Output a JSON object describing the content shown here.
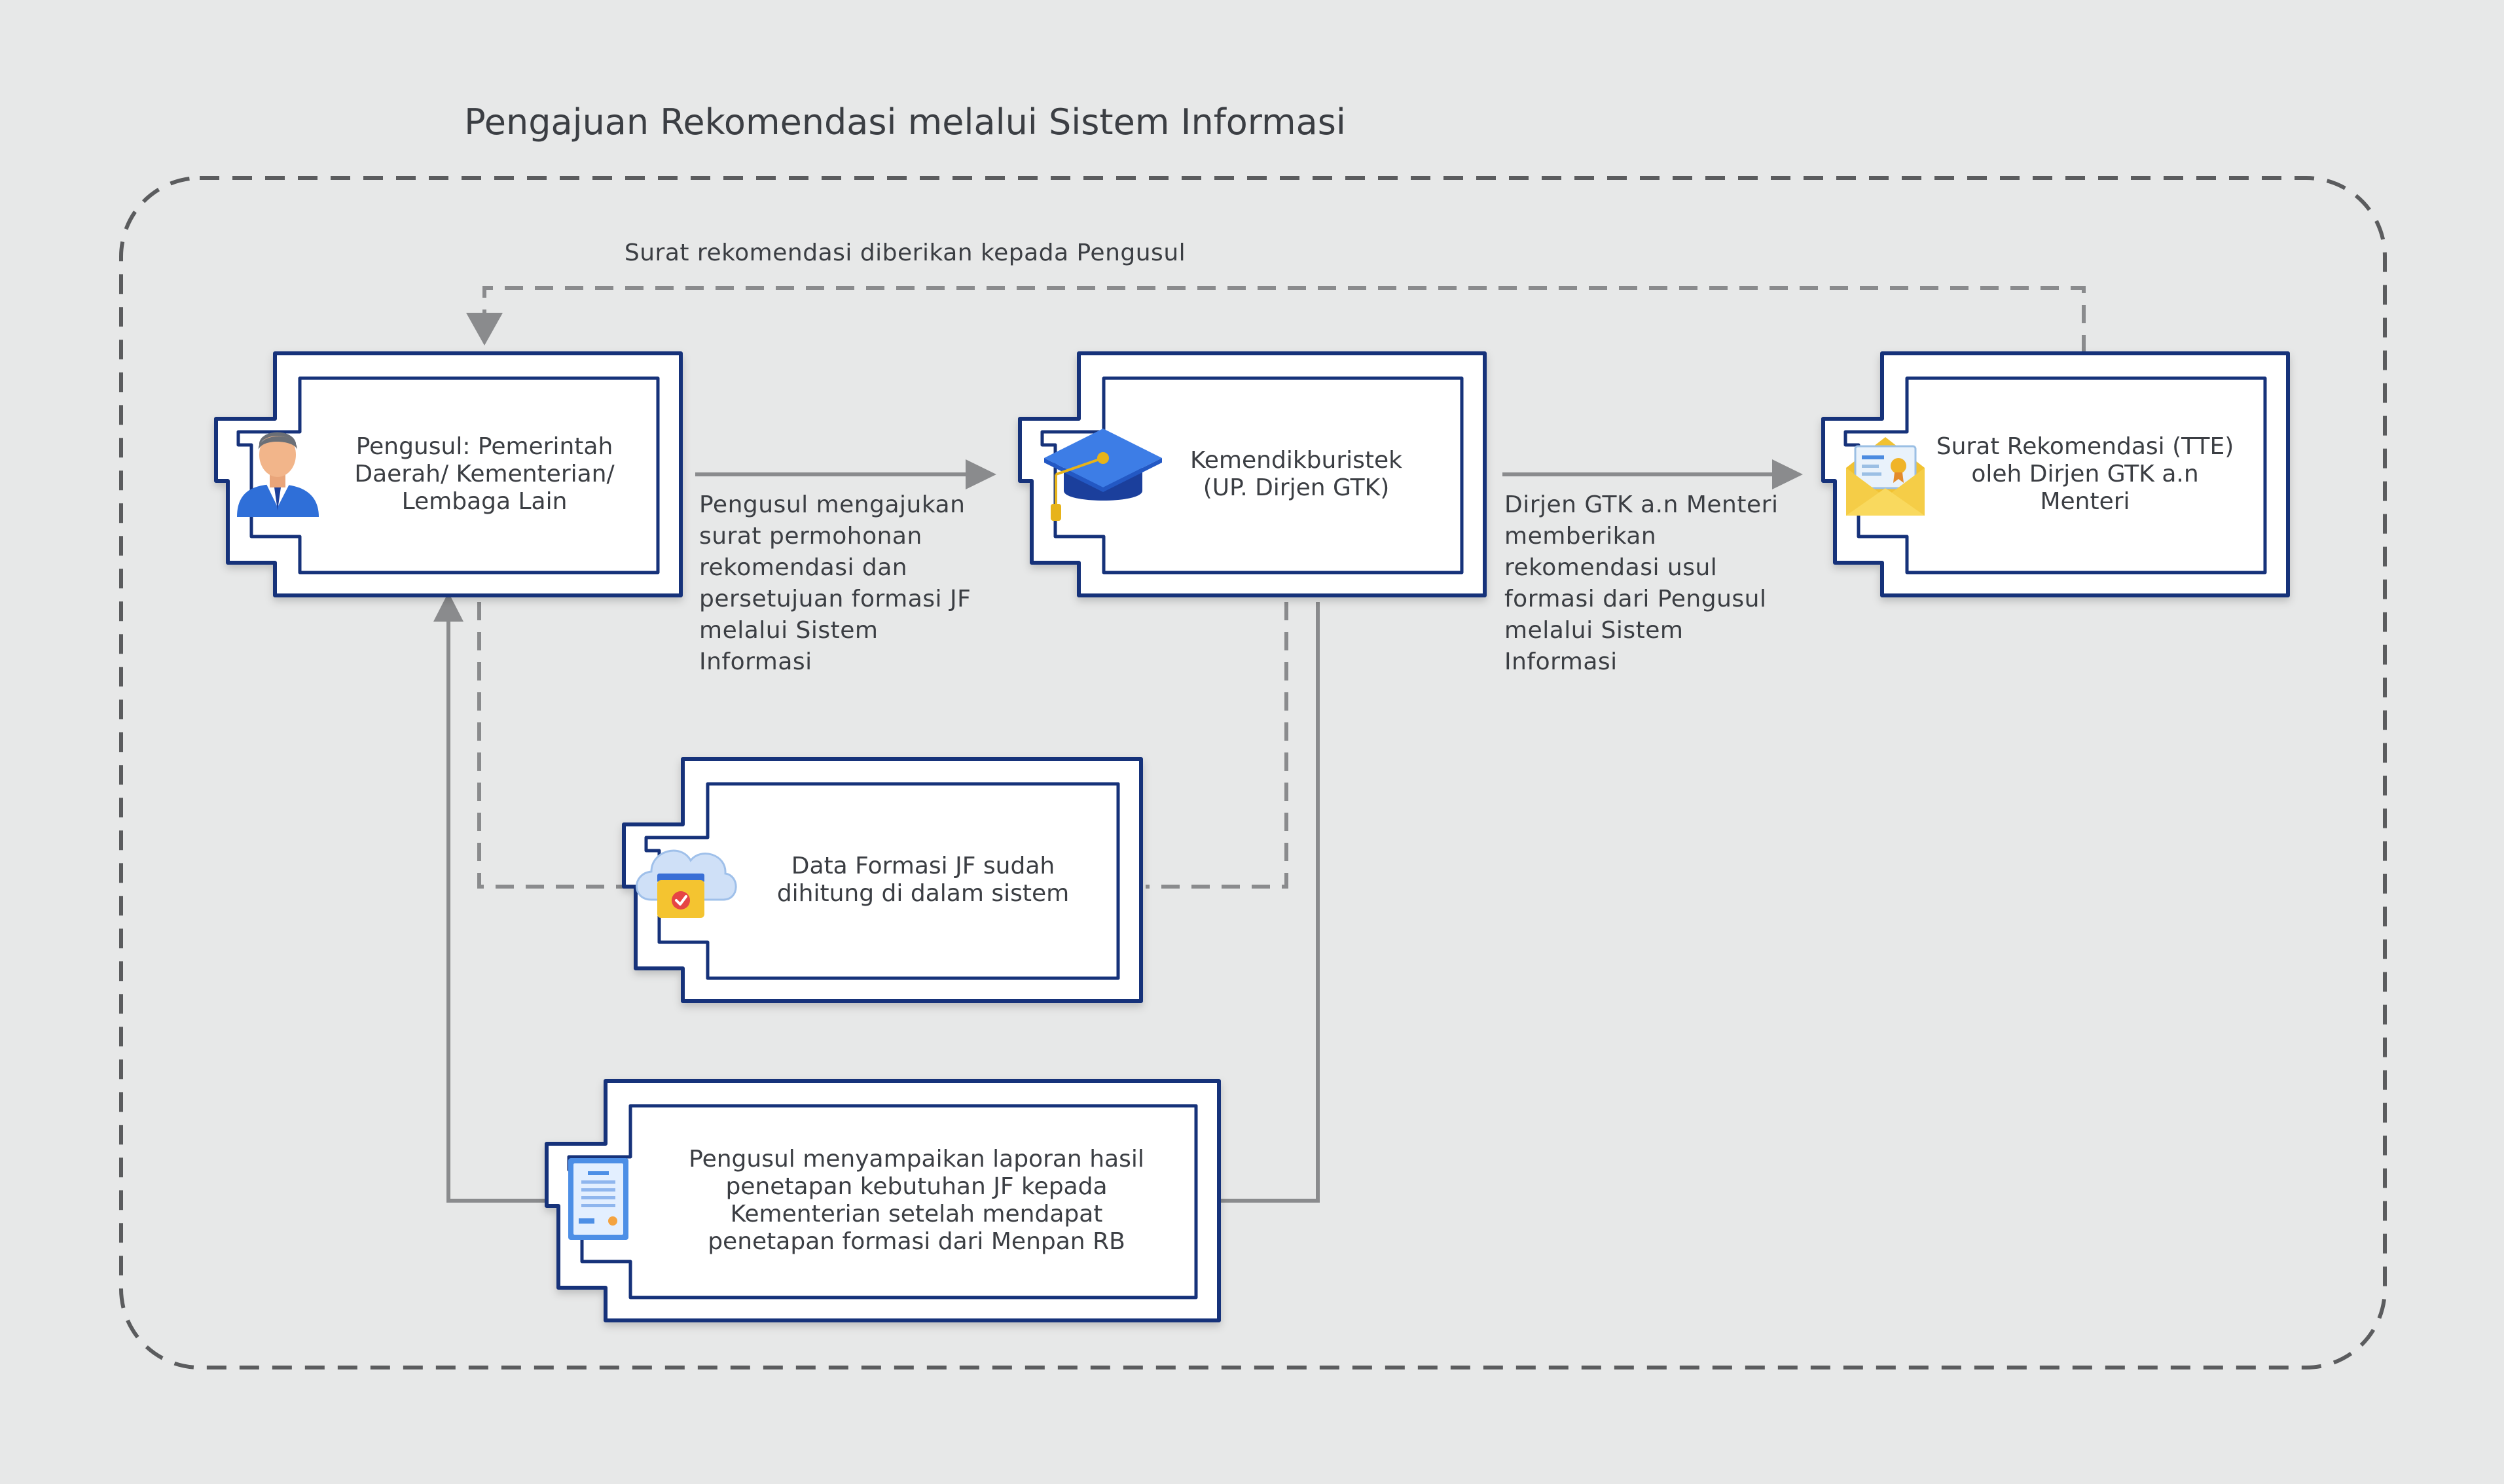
{
  "title": "Pengajuan Rekomendasi melalui Sistem Informasi",
  "feedback_label": "Surat rekomendasi diberikan kepada Pengusul",
  "nodes": {
    "pengusul": {
      "text": "Pengusul: Pemerintah\nDaerah/ Kementerian/\nLembaga Lain",
      "icon": "user-icon"
    },
    "kemendikbud": {
      "text": "Kemendikburistek\n(UP. Dirjen GTK)",
      "icon": "graduation-cap-icon"
    },
    "surat": {
      "text": "Surat Rekomendasi (TTE)\noleh Dirjen GTK a.n\nMenteri",
      "icon": "envelope-certificate-icon"
    },
    "data_formasi": {
      "text": "Data Formasi JF sudah\ndihitung di dalam sistem",
      "icon": "cloud-folder-icon"
    },
    "laporan": {
      "text": "Pengusul menyampaikan laporan hasil\npenetapan kebutuhan JF kepada\nKementerian setelah mendapat\npenetapan formasi dari Menpan RB",
      "icon": "document-icon"
    }
  },
  "edges": {
    "pengusul_to_kemendikbud": "Pengusul mengajukan\nsurat permohonan\nrekomendasi dan\npersetujuan formasi JF\nmelalui Sistem\nInformasi",
    "kemendikbud_to_surat": "Dirjen GTK a.n Menteri\nmemberikan\nrekomendasi usul\nformasi dari Pengusul\nmelalui Sistem\nInformasi"
  },
  "colors": {
    "background": "#e7e8e8",
    "card_border": "#13307a",
    "card_fill": "#ffffff",
    "arrow": "#8a8b8d",
    "dash_frame": "#5b5c5e"
  }
}
